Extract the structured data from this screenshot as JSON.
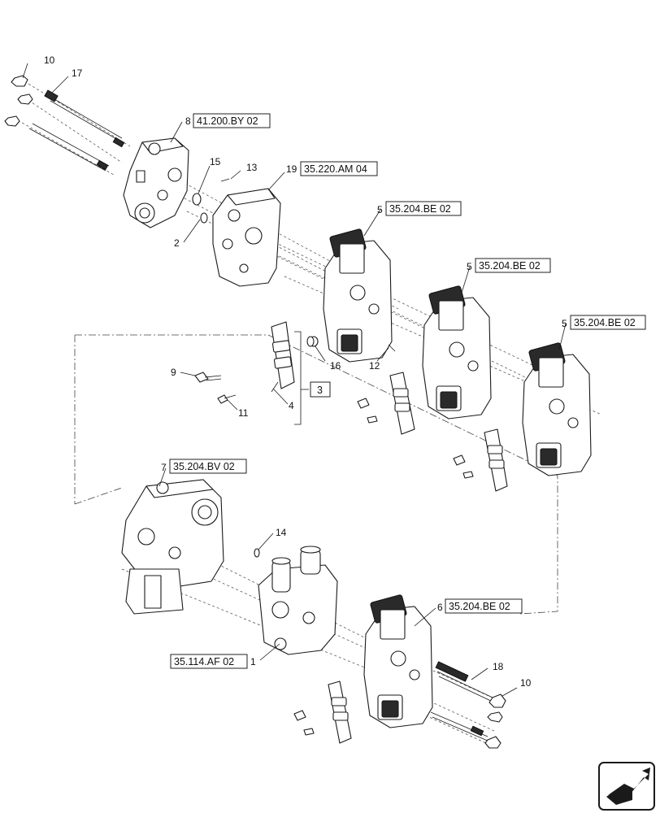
{
  "callouts": [
    {
      "num": "10"
    },
    {
      "num": "17"
    },
    {
      "num": "8",
      "ref": "41.200.BY 02"
    },
    {
      "num": "15"
    },
    {
      "num": "13"
    },
    {
      "num": "19",
      "ref": "35.220.AM 04"
    },
    {
      "num": "2"
    },
    {
      "num": "5",
      "ref": "35.204.BE 02"
    },
    {
      "num": "5",
      "ref": "35.204.BE 02"
    },
    {
      "num": "5",
      "ref": "35.204.BE 02"
    },
    {
      "num": "16"
    },
    {
      "num": "12"
    },
    {
      "num": "9"
    },
    {
      "num": "3"
    },
    {
      "num": "4"
    },
    {
      "num": "11"
    },
    {
      "num": "7",
      "ref": "35.204.BV 02"
    },
    {
      "num": "14"
    },
    {
      "num": "6",
      "ref": "35.204.BE 02"
    },
    {
      "num": "1",
      "ref": "35.114.AF 02"
    },
    {
      "num": "18"
    },
    {
      "num": "10"
    }
  ],
  "icons": {
    "corner": "forward-arrow-icon"
  }
}
